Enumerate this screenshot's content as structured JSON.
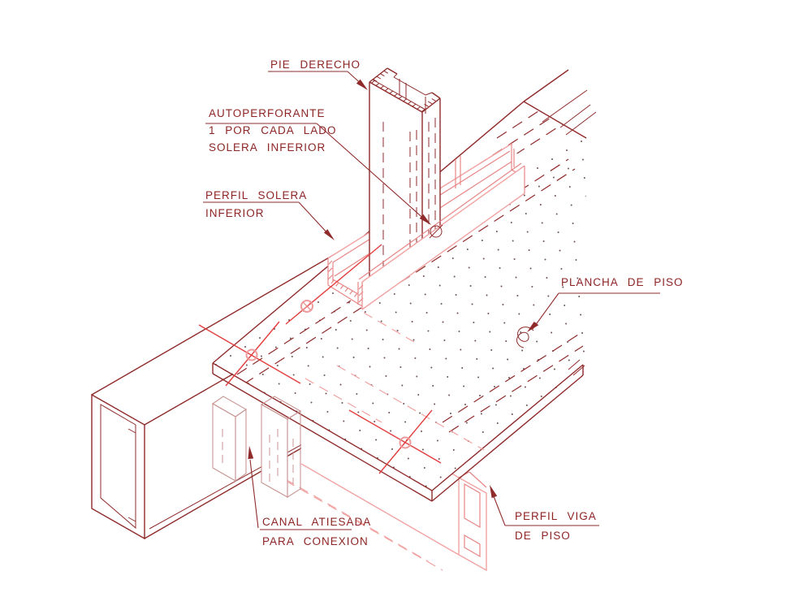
{
  "drawing_title": "steel framing connection detail (isometric)",
  "labels": {
    "pie_derecho": {
      "lines": [
        "PIE DERECHO"
      ]
    },
    "autoperforante": {
      "lines": [
        "AUTOPERFORANTE",
        "1 POR CADA LADO",
        "SOLERA INFERIOR"
      ]
    },
    "perfil_solera": {
      "lines": [
        "PERFIL SOLERA",
        "INFERIOR"
      ]
    },
    "plancha_piso": {
      "lines": [
        "PLANCHA DE PISO"
      ]
    },
    "canal_atiesada": {
      "lines": [
        "CANAL ATIESADA",
        "PARA CONEXION"
      ]
    },
    "perfil_viga": {
      "lines": [
        "PERFIL VIGA",
        "DE PISO"
      ]
    }
  },
  "colors": {
    "background": "#ffffff",
    "dark_red_linework": "#8f2b2b",
    "label_text": "#8d2525",
    "pink_linework": "#f2a3a3",
    "pink_dark_linework": "#e88585",
    "bright_red_centerlines": "#e33d3d",
    "plate_dot_texture": "#6b5353"
  }
}
